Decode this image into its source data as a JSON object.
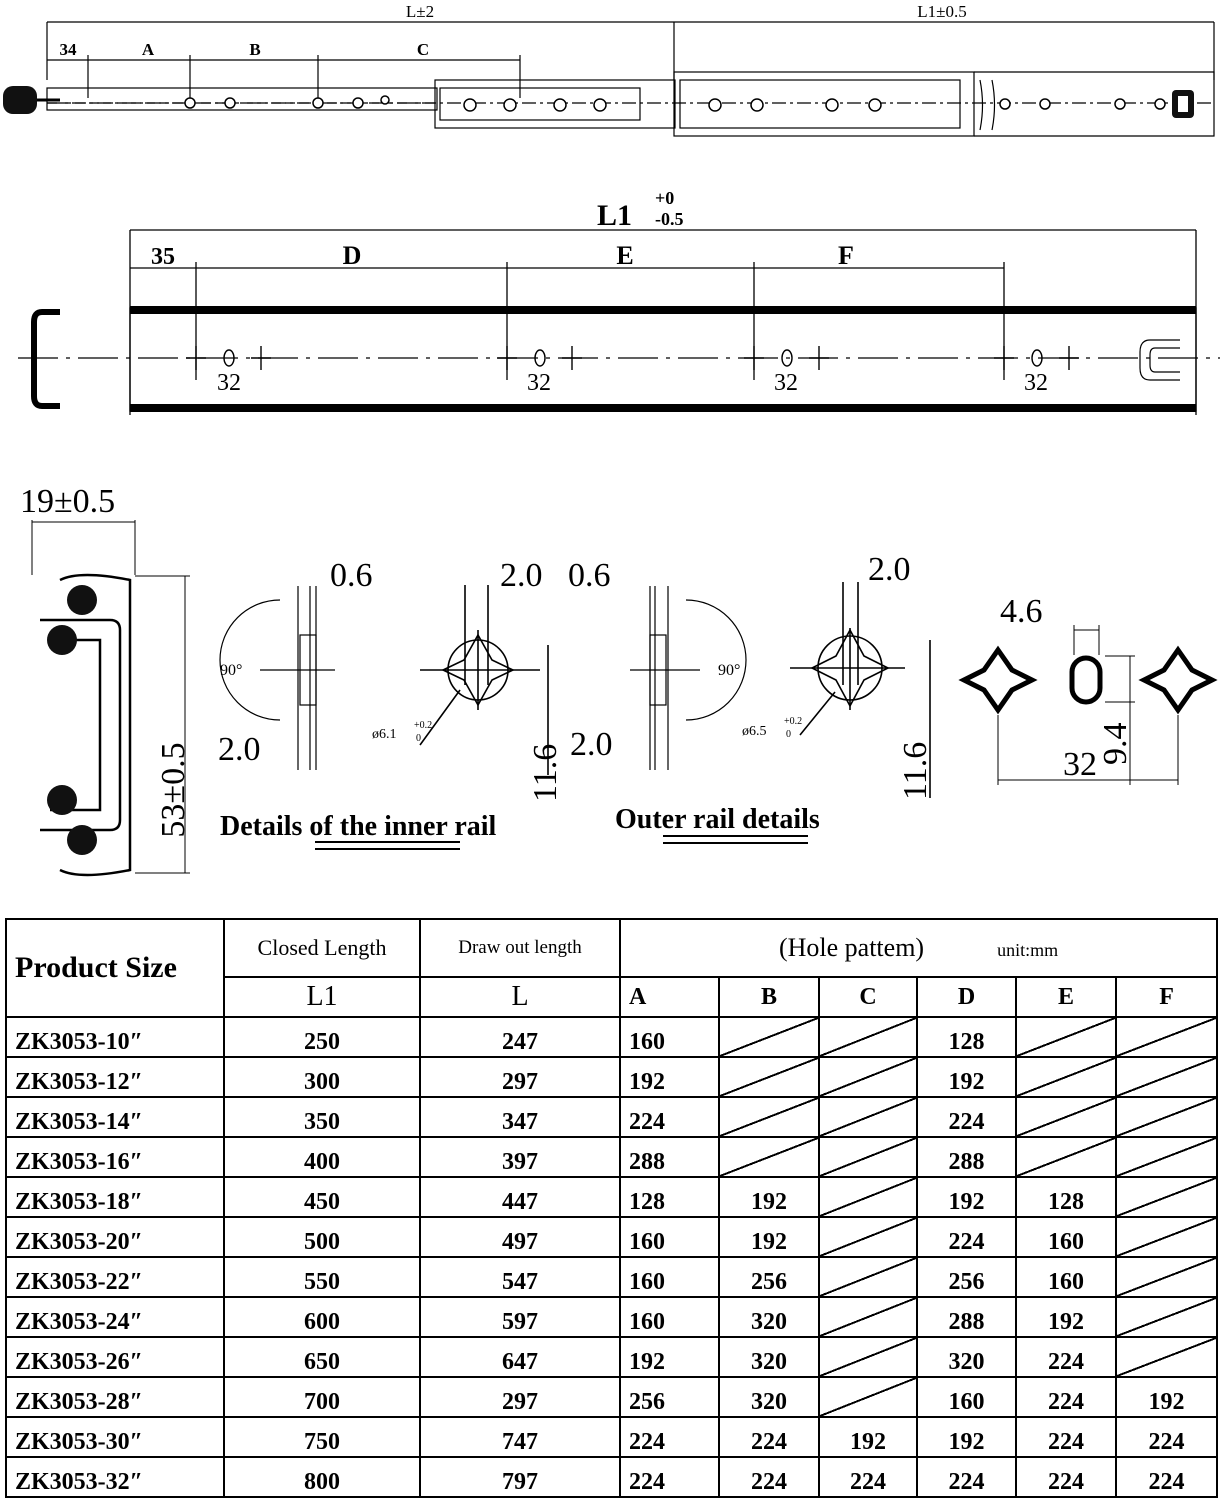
{
  "drawing": {
    "top_rail": {
      "dim_L": "L±2",
      "dim_L1": "L1±0.5",
      "dim_34": "34",
      "dim_A": "A",
      "dim_B": "B",
      "dim_C": "C"
    },
    "outer_rail": {
      "dim_L1": "L1",
      "tol_upper": "+0",
      "tol_lower": "-0.5",
      "dim_35": "35",
      "dim_D": "D",
      "dim_E": "E",
      "dim_F": "F",
      "pitch": "32"
    },
    "profile": {
      "width": "19±0.5",
      "height": "53±0.5"
    },
    "inner_rail": {
      "title": "Details of the inner rail",
      "thickness": "0.6",
      "angle": "90°",
      "offset": "2.0",
      "hole_offset": "2.0",
      "hole_dia": "ø6.1",
      "hole_tol": "+0.2",
      "hole_tol_low": "0",
      "height": "11.6"
    },
    "outer_rail_detail": {
      "title": "Outer rail details",
      "thickness": "0.6",
      "angle": "90°",
      "offset": "2.0",
      "hole_offset": "2.0",
      "hole_dia": "ø6.5",
      "hole_tol": "+0.2",
      "hole_tol_low": "0",
      "height": "11.6"
    },
    "hole_pattern": {
      "slot_width": "4.6",
      "slot_height": "9.4",
      "pitch": "32"
    }
  },
  "table": {
    "header_product": "Product Size",
    "header_closed": "Closed Length",
    "header_drawout": "Draw out length",
    "header_hole": "(Hole pattem)",
    "header_unit": "unit:mm",
    "sub_L1": "L1",
    "sub_L": "L",
    "col_A": "A",
    "col_B": "B",
    "col_C": "C",
    "col_D": "D",
    "col_E": "E",
    "col_F": "F",
    "rows": [
      {
        "size": "ZK3053-10″",
        "l1": "250",
        "l": "247",
        "a": "160",
        "b": "",
        "c": "",
        "d": "128",
        "e": "",
        "f": ""
      },
      {
        "size": "ZK3053-12″",
        "l1": "300",
        "l": "297",
        "a": "192",
        "b": "",
        "c": "",
        "d": "192",
        "e": "",
        "f": ""
      },
      {
        "size": "ZK3053-14″",
        "l1": "350",
        "l": "347",
        "a": "224",
        "b": "",
        "c": "",
        "d": "224",
        "e": "",
        "f": ""
      },
      {
        "size": "ZK3053-16″",
        "l1": "400",
        "l": "397",
        "a": "288",
        "b": "",
        "c": "",
        "d": "288",
        "e": "",
        "f": ""
      },
      {
        "size": "ZK3053-18″",
        "l1": "450",
        "l": "447",
        "a": "128",
        "b": "192",
        "c": "",
        "d": "192",
        "e": "128",
        "f": ""
      },
      {
        "size": "ZK3053-20″",
        "l1": "500",
        "l": "497",
        "a": "160",
        "b": "192",
        "c": "",
        "d": "224",
        "e": "160",
        "f": ""
      },
      {
        "size": "ZK3053-22″",
        "l1": "550",
        "l": "547",
        "a": "160",
        "b": "256",
        "c": "",
        "d": "256",
        "e": "160",
        "f": ""
      },
      {
        "size": "ZK3053-24″",
        "l1": "600",
        "l": "597",
        "a": "160",
        "b": "320",
        "c": "",
        "d": "288",
        "e": "192",
        "f": ""
      },
      {
        "size": "ZK3053-26″",
        "l1": "650",
        "l": "647",
        "a": "192",
        "b": "320",
        "c": "",
        "d": "320",
        "e": "224",
        "f": ""
      },
      {
        "size": "ZK3053-28″",
        "l1": "700",
        "l": "297",
        "a": "256",
        "b": "320",
        "c": "",
        "d": "160",
        "e": "224",
        "f": "192"
      },
      {
        "size": "ZK3053-30″",
        "l1": "750",
        "l": "747",
        "a": "224",
        "b": "224",
        "c": "192",
        "d": "192",
        "e": "224",
        "f": "224"
      },
      {
        "size": "ZK3053-32″",
        "l1": "800",
        "l": "797",
        "a": "224",
        "b": "224",
        "c": "224",
        "d": "224",
        "e": "224",
        "f": "224"
      }
    ]
  }
}
